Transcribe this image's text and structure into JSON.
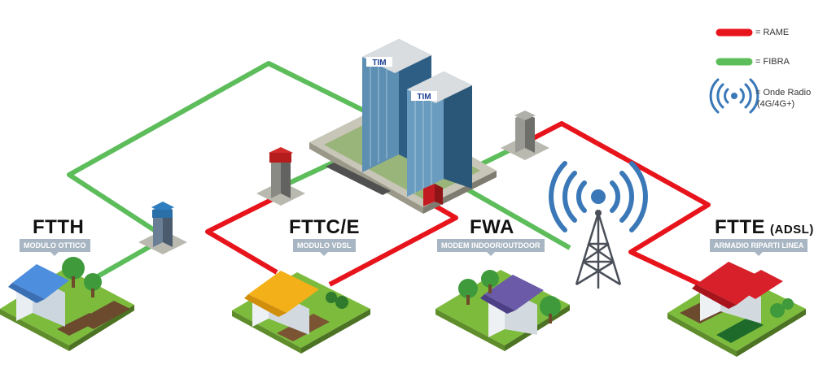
{
  "legend": {
    "rame": {
      "label": "= RAME",
      "color": "#e8141c"
    },
    "fibra": {
      "label": "= FIBRA",
      "color": "#5cbd5a"
    },
    "radio": {
      "label": "= Onde Radio",
      "sublabel": "(4G/4G+)",
      "color": "#3a78b8"
    }
  },
  "building": {
    "logo": "TIM"
  },
  "nodes": {
    "ftth": {
      "title": "FTTH",
      "tag": "MODULO OTTICO"
    },
    "fttc": {
      "title": "FTTC/E",
      "tag": "MODULO VDSL"
    },
    "fwa": {
      "title": "FWA",
      "tag": "MODEM INDOOR/OUTDOOR"
    },
    "ftte": {
      "title": "FTTE",
      "title_suffix": "(ADSL)",
      "tag": "ARMADIO RIPARTI LINEA"
    }
  }
}
